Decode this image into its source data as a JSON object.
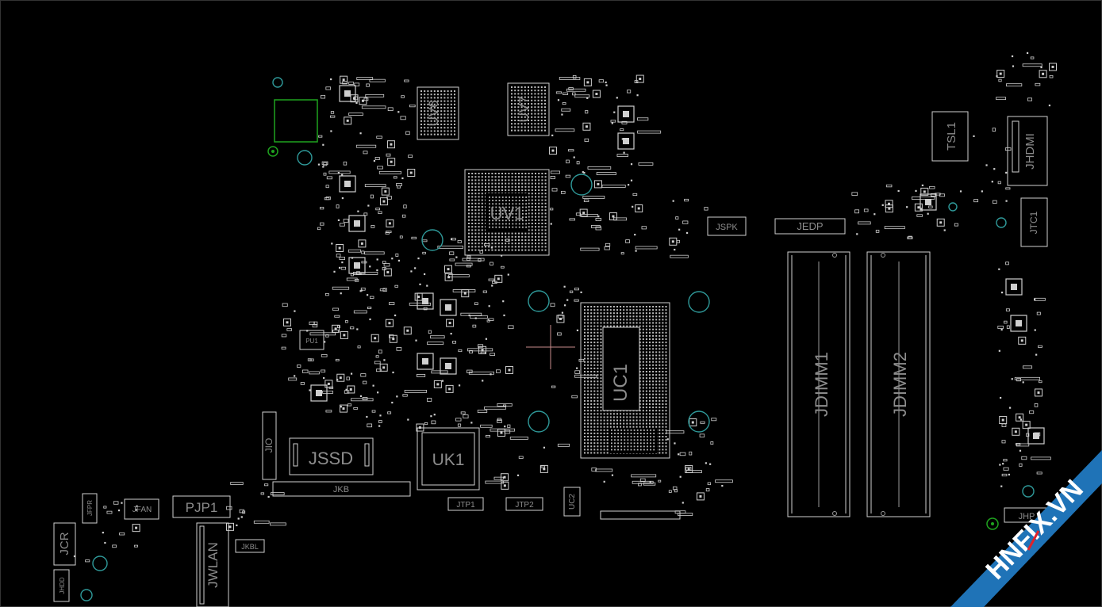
{
  "board": {
    "background": "#000000",
    "silkscreen_color": "#cfcfcf",
    "label_color": "#8c8c8c",
    "mount_hole_color": "#2f9a9a",
    "green_outline_color": "#1fa31f",
    "cursor_color": "#c98b8b"
  },
  "components": {
    "uv6": "UV6",
    "uv7": "UV7",
    "uv1": "UV1",
    "uc1": "UC1",
    "uk1": "UK1",
    "uc2": "UC2",
    "jssd": "JSSD",
    "jkb": "JKB",
    "jio": "JIO",
    "jtp1": "JTP1",
    "jtp2": "JTP2",
    "jspk": "JSPK",
    "jedp": "JEDP",
    "jdimm1": "JDIMM1",
    "jdimm2": "JDIMM2",
    "tsl1": "TSL1",
    "jhdmi": "JHDMI",
    "jtc1": "JTC1",
    "jhp": "JHP",
    "pjp1": "PJP1",
    "jwlan": "JWLAN",
    "jkbl": "JKBL",
    "jfan": "JFAN",
    "jfpr": "JFPR",
    "jcr": "JCR",
    "jhdd": "JHDD",
    "pu1": "PU1"
  },
  "watermark": {
    "text": "HNFIX.VN",
    "banner_color": "#1f73b7",
    "text_color": "#ffffff",
    "accent_color": "#e0222a"
  }
}
